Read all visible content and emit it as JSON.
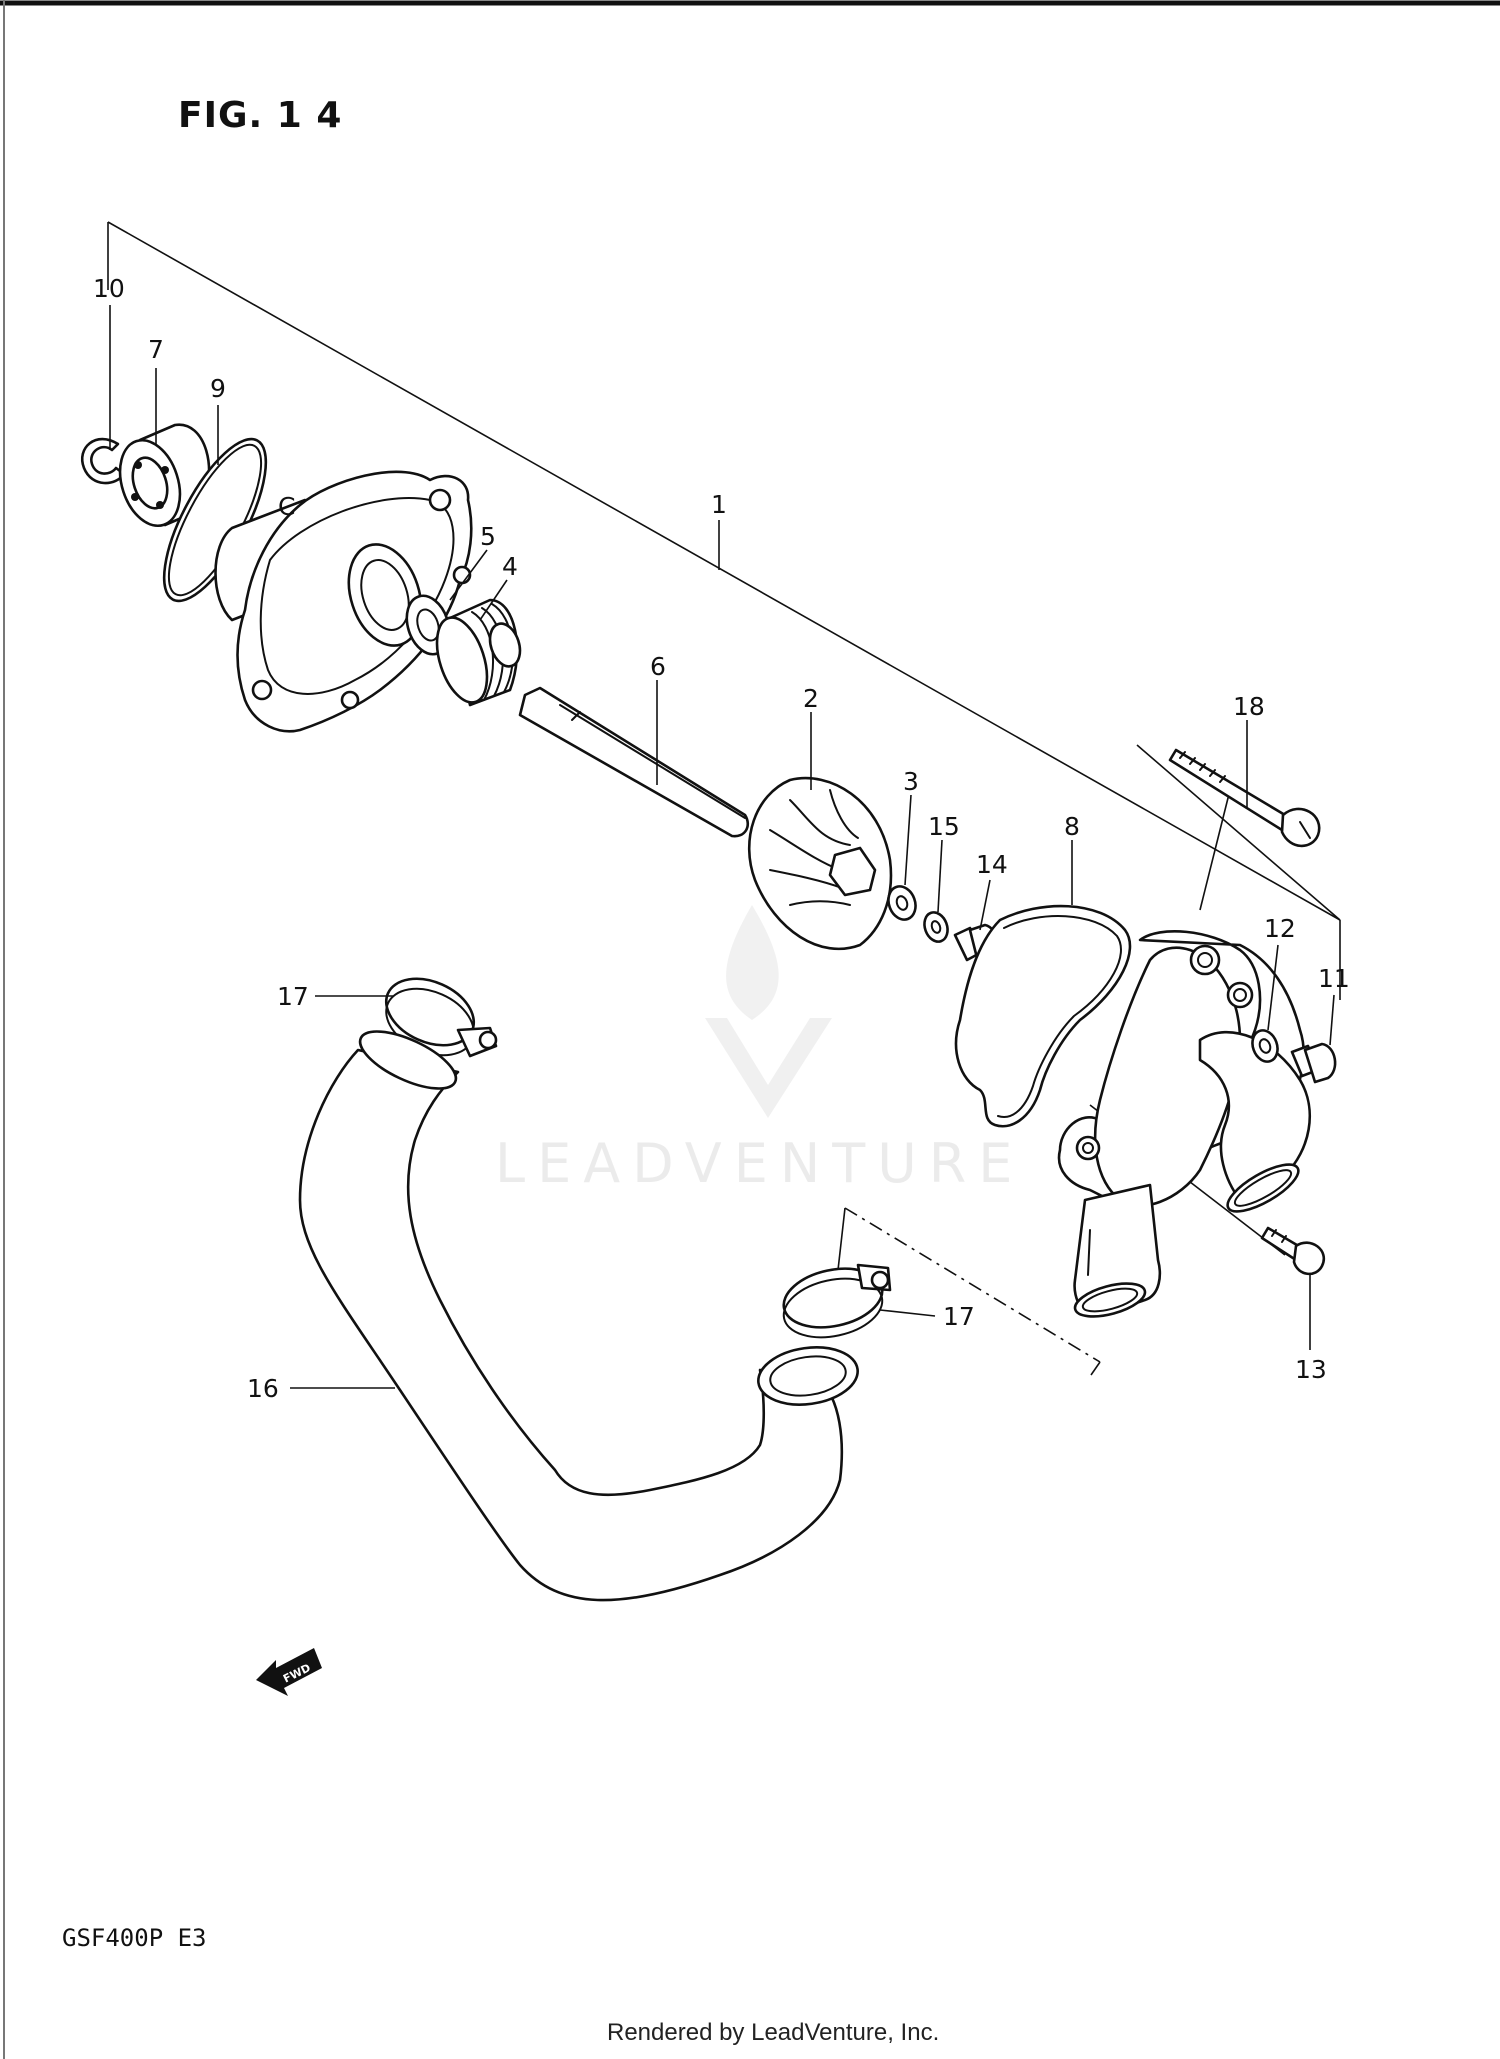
{
  "figure": {
    "title": "FIG. 1 4",
    "model": "GSF400P  E3"
  },
  "watermark": {
    "brand": "LEADVENTURE"
  },
  "footer": {
    "text": "Rendered by LeadVenture, Inc."
  },
  "fwd_badge": {
    "label": "FWD"
  },
  "callouts": [
    {
      "id": "c10",
      "label": "10"
    },
    {
      "id": "c7",
      "label": "7"
    },
    {
      "id": "c9",
      "label": "9"
    },
    {
      "id": "c1",
      "label": "1"
    },
    {
      "id": "c5",
      "label": "5"
    },
    {
      "id": "c4",
      "label": "4"
    },
    {
      "id": "c6",
      "label": "6"
    },
    {
      "id": "c2",
      "label": "2"
    },
    {
      "id": "c3",
      "label": "3"
    },
    {
      "id": "c15",
      "label": "15"
    },
    {
      "id": "c14",
      "label": "14"
    },
    {
      "id": "c8",
      "label": "8"
    },
    {
      "id": "c18",
      "label": "18"
    },
    {
      "id": "c12",
      "label": "12"
    },
    {
      "id": "c11",
      "label": "11"
    },
    {
      "id": "c17a",
      "label": "17"
    },
    {
      "id": "c17b",
      "label": "17"
    },
    {
      "id": "c16",
      "label": "16"
    },
    {
      "id": "c13",
      "label": "13"
    }
  ]
}
